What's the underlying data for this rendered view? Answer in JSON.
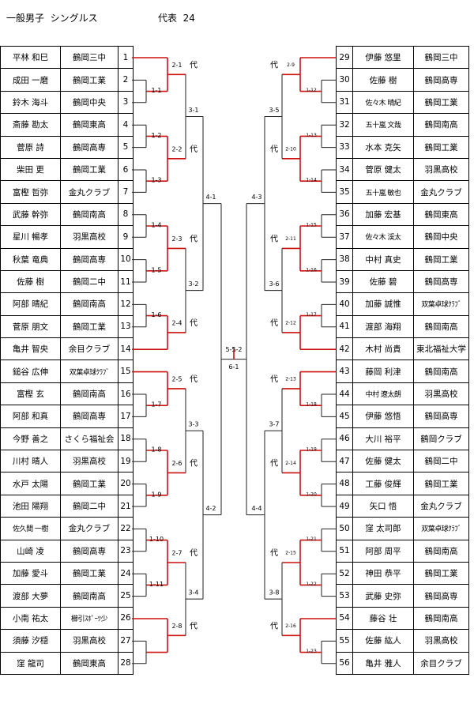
{
  "header": {
    "title": "一般男子  シングルス",
    "representatives": "代表  24"
  },
  "left_players": [
    {
      "no": "1",
      "name": "平林  和巳",
      "club": "鶴岡三中"
    },
    {
      "no": "2",
      "name": "成田  一磨",
      "club": "鶴岡工業"
    },
    {
      "no": "3",
      "name": "鈴木  海斗",
      "club": "鶴岡中央"
    },
    {
      "no": "4",
      "name": "斎藤  勘太",
      "club": "鶴岡東高"
    },
    {
      "no": "5",
      "name": "菅原  詩",
      "club": "鶴岡高専"
    },
    {
      "no": "6",
      "name": "柴田  更",
      "club": "鶴岡工業"
    },
    {
      "no": "7",
      "name": "富樫  哲弥",
      "club": "金丸クラブ"
    },
    {
      "no": "8",
      "name": "武藤  幹弥",
      "club": "鶴岡南高"
    },
    {
      "no": "9",
      "name": "星川  暢孝",
      "club": "羽黒高校"
    },
    {
      "no": "10",
      "name": "秋葉  竜典",
      "club": "鶴岡高専"
    },
    {
      "no": "11",
      "name": "佐藤  樹",
      "club": "鶴岡二中"
    },
    {
      "no": "12",
      "name": "阿部  晴紀",
      "club": "鶴岡南高"
    },
    {
      "no": "13",
      "name": "菅原  朋文",
      "club": "鶴岡工業"
    },
    {
      "no": "14",
      "name": "亀井  智央",
      "club": "余目クラブ"
    },
    {
      "no": "15",
      "name": "鎚谷  広伸",
      "club": "双葉卓球ｸﾗﾌﾞ"
    },
    {
      "no": "16",
      "name": "富樫  玄",
      "club": "鶴岡南高"
    },
    {
      "no": "17",
      "name": "阿部  和真",
      "club": "鶴岡高専"
    },
    {
      "no": "18",
      "name": "今野  善之",
      "club": "さくら福祉会"
    },
    {
      "no": "19",
      "name": "川村  晴人",
      "club": "羽黒高校"
    },
    {
      "no": "20",
      "name": "水戸  太陽",
      "club": "鶴岡工業"
    },
    {
      "no": "21",
      "name": "池田  陽翔",
      "club": "鶴岡二中"
    },
    {
      "no": "22",
      "name": "佐久間  一樹",
      "club": "金丸クラブ"
    },
    {
      "no": "23",
      "name": "山崎  凌",
      "club": "鶴岡高専"
    },
    {
      "no": "24",
      "name": "加藤  愛斗",
      "club": "鶴岡工業"
    },
    {
      "no": "25",
      "name": "渡部  大夢",
      "club": "鶴岡南高"
    },
    {
      "no": "26",
      "name": "小南  祐太",
      "club": "櫛引ｽﾎﾟｰﾂ少"
    },
    {
      "no": "27",
      "name": "須藤  汐穏",
      "club": "羽黒高校"
    },
    {
      "no": "28",
      "name": "窪  龍司",
      "club": "鶴岡東高"
    }
  ],
  "right_players": [
    {
      "no": "29",
      "name": "伊藤  悠里",
      "club": "鶴岡三中"
    },
    {
      "no": "30",
      "name": "佐藤  樹",
      "club": "鶴岡高専"
    },
    {
      "no": "31",
      "name": "佐々木  晴紀",
      "club": "鶴岡工業"
    },
    {
      "no": "32",
      "name": "五十嵐  文哉",
      "club": "鶴岡南高"
    },
    {
      "no": "33",
      "name": "水本  克矢",
      "club": "鶴岡工業"
    },
    {
      "no": "34",
      "name": "菅原  健太",
      "club": "羽黒高校"
    },
    {
      "no": "35",
      "name": "五十嵐  敏也",
      "club": "金丸クラブ"
    },
    {
      "no": "36",
      "name": "加藤  宏基",
      "club": "鶴岡東高"
    },
    {
      "no": "37",
      "name": "佐々木  渓太",
      "club": "鶴岡中央"
    },
    {
      "no": "38",
      "name": "中村  真史",
      "club": "鶴岡工業"
    },
    {
      "no": "39",
      "name": "佐藤  碧",
      "club": "鶴岡高専"
    },
    {
      "no": "40",
      "name": "加藤  誠惟",
      "club": "双葉卓球ｸﾗﾌﾞ"
    },
    {
      "no": "41",
      "name": "渡部  海翔",
      "club": "鶴岡南高"
    },
    {
      "no": "42",
      "name": "木村  尚貴",
      "club": "東北福祉大学"
    },
    {
      "no": "43",
      "name": "藤岡  利津",
      "club": "鶴岡南高"
    },
    {
      "no": "44",
      "name": "中村  遼太朗",
      "club": "羽黒高校"
    },
    {
      "no": "45",
      "name": "伊藤  悠悟",
      "club": "鶴岡高専"
    },
    {
      "no": "46",
      "name": "大川  裕平",
      "club": "鶴岡クラブ"
    },
    {
      "no": "47",
      "name": "佐藤  健太",
      "club": "鶴岡二中"
    },
    {
      "no": "48",
      "name": "工藤  俊輝",
      "club": "鶴岡工業"
    },
    {
      "no": "49",
      "name": "矢口  悟",
      "club": "金丸クラブ"
    },
    {
      "no": "50",
      "name": "窪  太司郎",
      "club": "双葉卓球ｸﾗﾌﾞ"
    },
    {
      "no": "51",
      "name": "阿部  周平",
      "club": "鶴岡南高"
    },
    {
      "no": "52",
      "name": "神田  恭平",
      "club": "鶴岡工業"
    },
    {
      "no": "53",
      "name": "武藤  史弥",
      "club": "鶴岡高専"
    },
    {
      "no": "54",
      "name": "藤谷  壮",
      "club": "鶴岡南高"
    },
    {
      "no": "55",
      "name": "佐藤  紘人",
      "club": "羽黒高校"
    },
    {
      "no": "56",
      "name": "亀井  雅人",
      "club": "余目クラブ"
    }
  ],
  "left_matches": {
    "r1": [
      "1-1",
      "1-2",
      "1-3",
      "1-4",
      "1-5",
      "1-6",
      "1-7",
      "1-8",
      "1-9",
      "1-10",
      "1-11"
    ],
    "r2": [
      "2-1",
      "2-2",
      "2-3",
      "2-4",
      "2-5",
      "2-6",
      "2-7",
      "2-8"
    ],
    "r3": [
      "3-1",
      "3-2",
      "3-3",
      "3-4"
    ],
    "r4": [
      "4-1",
      "4-2"
    ],
    "r5": "5-1"
  },
  "right_matches": {
    "r1": [
      "1-12",
      "1-13",
      "1-14",
      "1-15",
      "1-16",
      "1-17",
      "1-18",
      "1-19",
      "1-20",
      "1-21",
      "1-22",
      "1-23"
    ],
    "r2": [
      "2-9",
      "2-10",
      "2-11",
      "2-12",
      "2-13",
      "2-14",
      "2-15",
      "2-16"
    ],
    "r3": [
      "3-5",
      "3-6",
      "3-7",
      "3-8"
    ],
    "r4": [
      "4-3",
      "4-4"
    ],
    "r5": "5-2"
  },
  "final_label": "6-1",
  "representative_mark": "代"
}
